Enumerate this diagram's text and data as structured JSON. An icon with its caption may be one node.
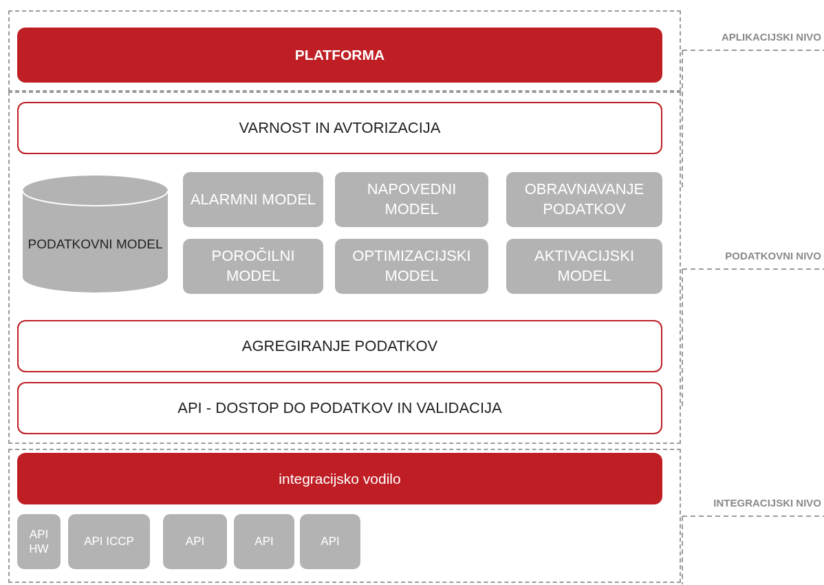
{
  "diagram": {
    "nodes": [
      {
        "text": [],
        "shape": "box"
      },
      {
        "text": [
          "PLATFORMA"
        ],
        "in": 0
      },
      {
        "text": [],
        "shape": "box"
      },
      {
        "text": [
          "VARNOST IN AVTORIZACIJA"
        ],
        "in": 2
      },
      {
        "text": [
          "PODATKOVNI MODEL"
        ],
        "in": 2
      },
      {
        "text": [
          "ALARMNI MODEL"
        ],
        "in": 2
      },
      {
        "text": [
          "NAPOVEDNI MODEL"
        ],
        "in": 2
      },
      {
        "text": [
          "OBRAVNAVANJE PODATKOV"
        ],
        "in": 2
      },
      {
        "text": [
          "POROČILNI MODEL"
        ],
        "in": 2
      },
      {
        "text": [
          "OPTIMIZACIJSKI MODEL"
        ],
        "in": 2
      },
      {
        "text": [
          "AKTIVACIJSKI MODEL"
        ],
        "in": 2
      },
      {
        "text": [
          "AGREGIRANJE PODATKOV"
        ],
        "in": 2
      },
      {
        "text": [
          "API - DOSTOP DO PODATKOV IN VALIDACIJA"
        ],
        "in": 2
      },
      {
        "text": [],
        "shape": "box"
      },
      {
        "text": [
          "integracijsko vodilo"
        ],
        "in": 13
      },
      {
        "text": [
          "API HW"
        ],
        "in": 13
      },
      {
        "text": [
          "API ICCP"
        ],
        "in": 13
      },
      {
        "text": [
          "API"
        ],
        "in": 13
      },
      {
        "text": [
          "API"
        ],
        "in": 13
      },
      {
        "text": [
          "API"
        ],
        "in": 13
      }
    ],
    "edges": [],
    "labels": [
      "APLIKACIJSKI NIVO",
      "PODATKOVNI NIVO",
      "INTEGRACIJSKI NIVO"
    ]
  }
}
